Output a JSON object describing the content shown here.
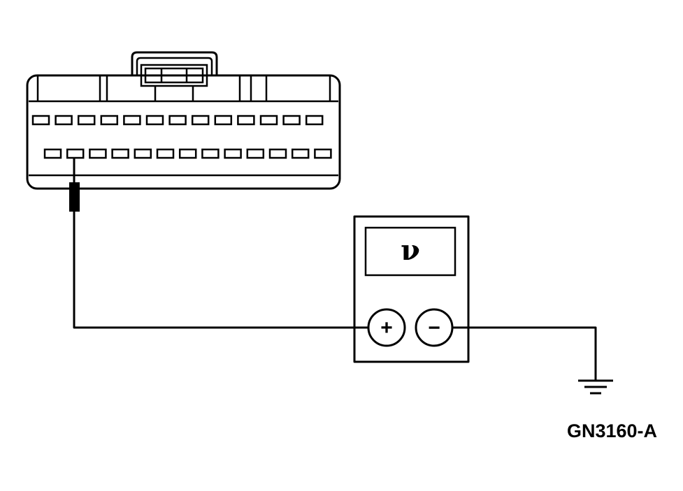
{
  "diagram": {
    "connector": {
      "upper_row_pin_count": 13,
      "lower_row_pin_count": 13,
      "probed_pin": "lower-row-2"
    },
    "meter": {
      "display_symbol": "ν",
      "positive_terminal": "+",
      "negative_terminal": "−"
    },
    "ground": {
      "symbol": "ground"
    },
    "figure_id": "GN3160-A"
  }
}
